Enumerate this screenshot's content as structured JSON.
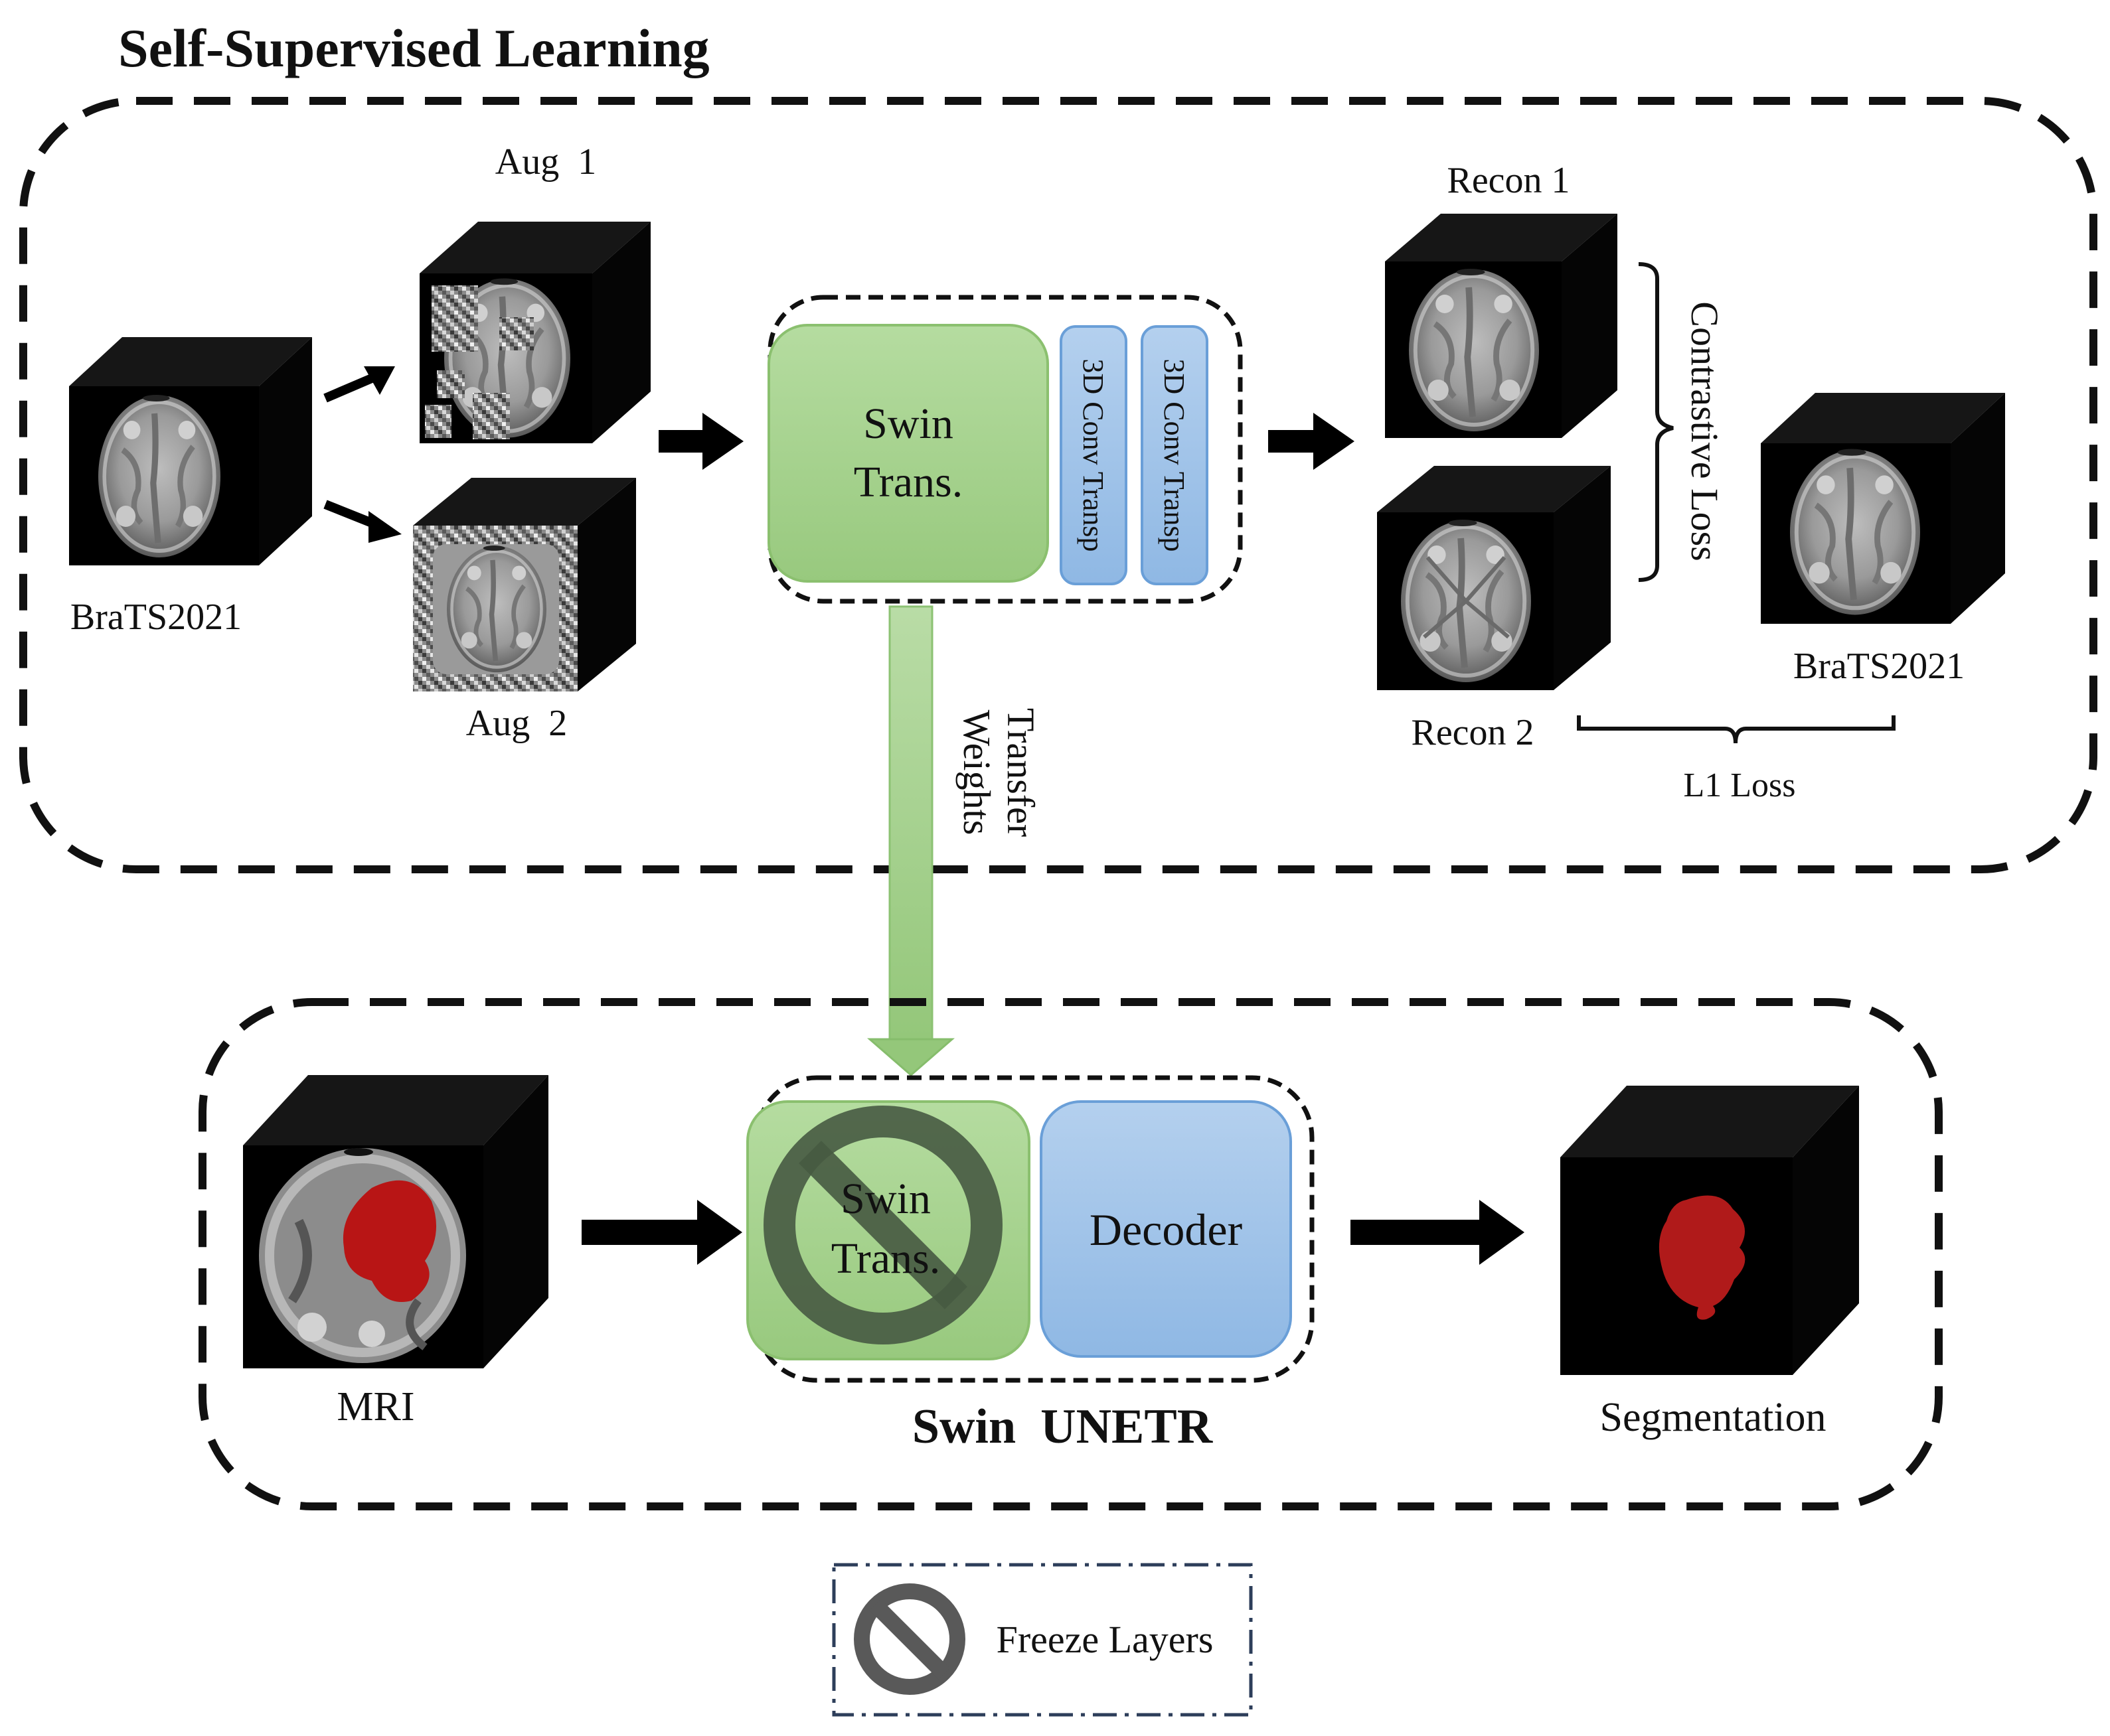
{
  "title": "Self-Supervised Learning",
  "ssl": {
    "input_label": "BraTS2021",
    "aug1_label": "Aug  1",
    "aug2_label": "Aug  2",
    "encoder_label_line1": "Swin",
    "encoder_label_line2": "Trans.",
    "conv1_label": "3D Conv Transp",
    "conv2_label": "3D Conv Transp",
    "recon1_label": "Recon 1",
    "recon2_label": "Recon 2",
    "target_label": "BraTS2021",
    "contrastive_loss_label": "Contrastive Loss",
    "l1_loss_label": "L1 Loss"
  },
  "transfer": {
    "line1": "Transfer",
    "line2": "Weights"
  },
  "finetune": {
    "input_label": "MRI",
    "encoder_label_line1": "Swin",
    "encoder_label_line2": "Trans.",
    "decoder_label": "Decoder",
    "model_label": "Swin  UNETR",
    "output_label": "Segmentation"
  },
  "legend": {
    "freeze_label": "Freeze Layers",
    "freeze_icon": "no-entry-icon"
  },
  "colors": {
    "encoder_fill": "#a9d18e",
    "encoder_stroke": "#70ad47",
    "decoder_fill": "#9dc3e6",
    "decoder_stroke": "#5b9bd5",
    "tumor": "#c00000",
    "freeze_icon": "#595959"
  }
}
